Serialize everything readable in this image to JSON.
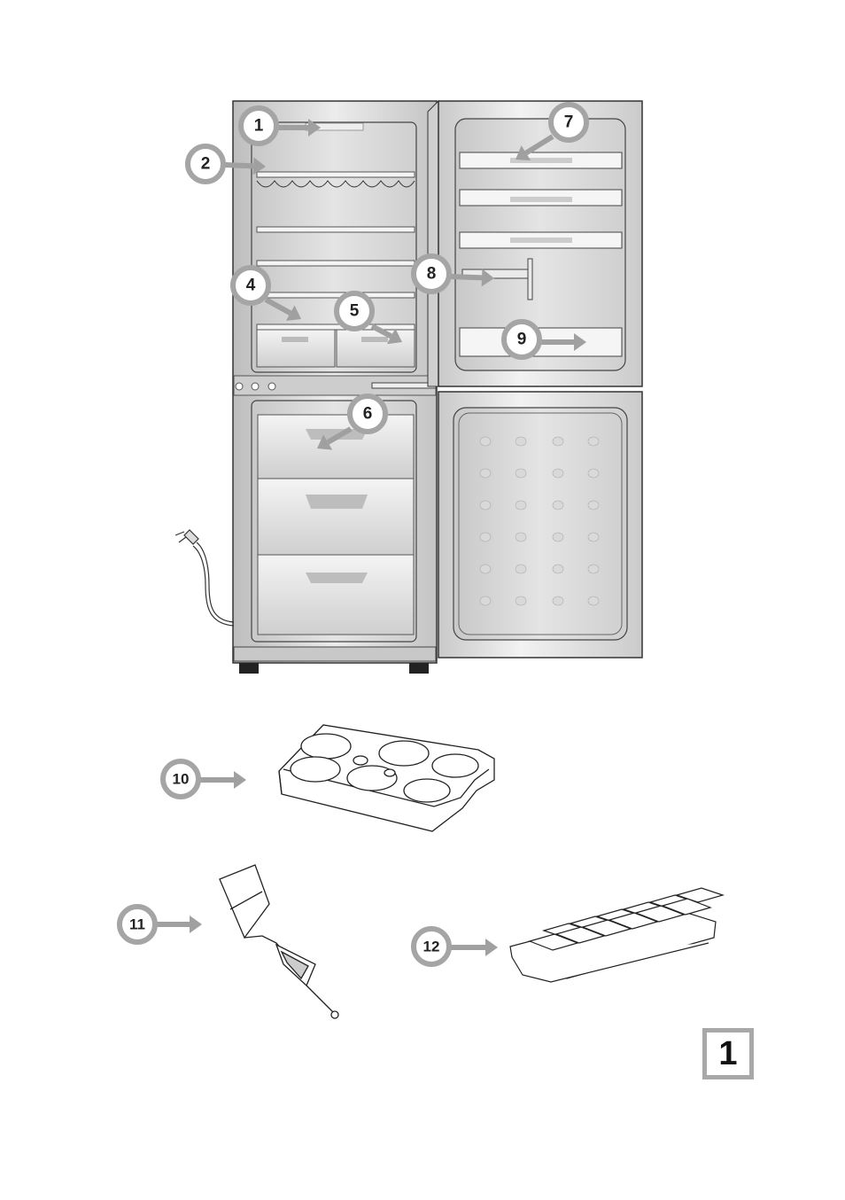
{
  "figure": {
    "callouts": [
      {
        "id": 1,
        "label": "1"
      },
      {
        "id": 2,
        "label": "2"
      },
      {
        "id": 4,
        "label": "4"
      },
      {
        "id": 5,
        "label": "5"
      },
      {
        "id": 6,
        "label": "6"
      },
      {
        "id": 7,
        "label": "7"
      },
      {
        "id": 8,
        "label": "8"
      },
      {
        "id": 9,
        "label": "9"
      },
      {
        "id": 10,
        "label": "10"
      },
      {
        "id": 11,
        "label": "11"
      },
      {
        "id": 12,
        "label": "12"
      }
    ],
    "page_number": "1",
    "colors": {
      "callout_ring": "#a5a5a5",
      "callout_fill": "#ffffff",
      "arrow": "#a0a0a0",
      "outline": "#333333",
      "interior": "#d4d4d4"
    }
  }
}
